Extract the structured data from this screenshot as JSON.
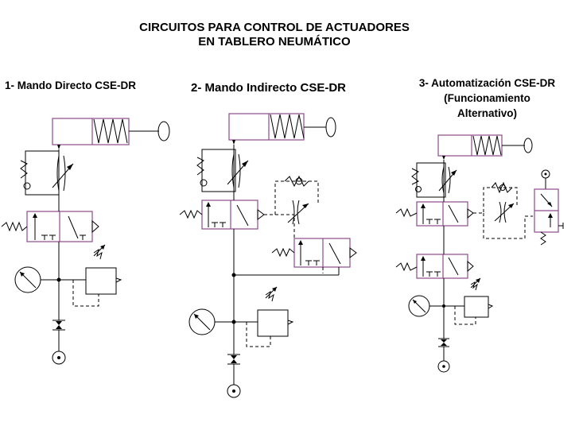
{
  "title": {
    "line1": "CIRCUITOS PARA CONTROL DE ACTUADORES",
    "line2": "EN TABLERO NEUMÁTICO"
  },
  "circuits": [
    {
      "label": "1- Mando Directo CSE-DR"
    },
    {
      "label": "2- Mando Indirecto CSE-DR"
    },
    {
      "label_lines": [
        "3- Automatización CSE-DR",
        "(Funcionamiento",
        "Alternativo)"
      ]
    }
  ],
  "colors": {
    "lines": "#000000",
    "cylinders_and_valves": "#8e4a8c",
    "background": "#ffffff"
  }
}
